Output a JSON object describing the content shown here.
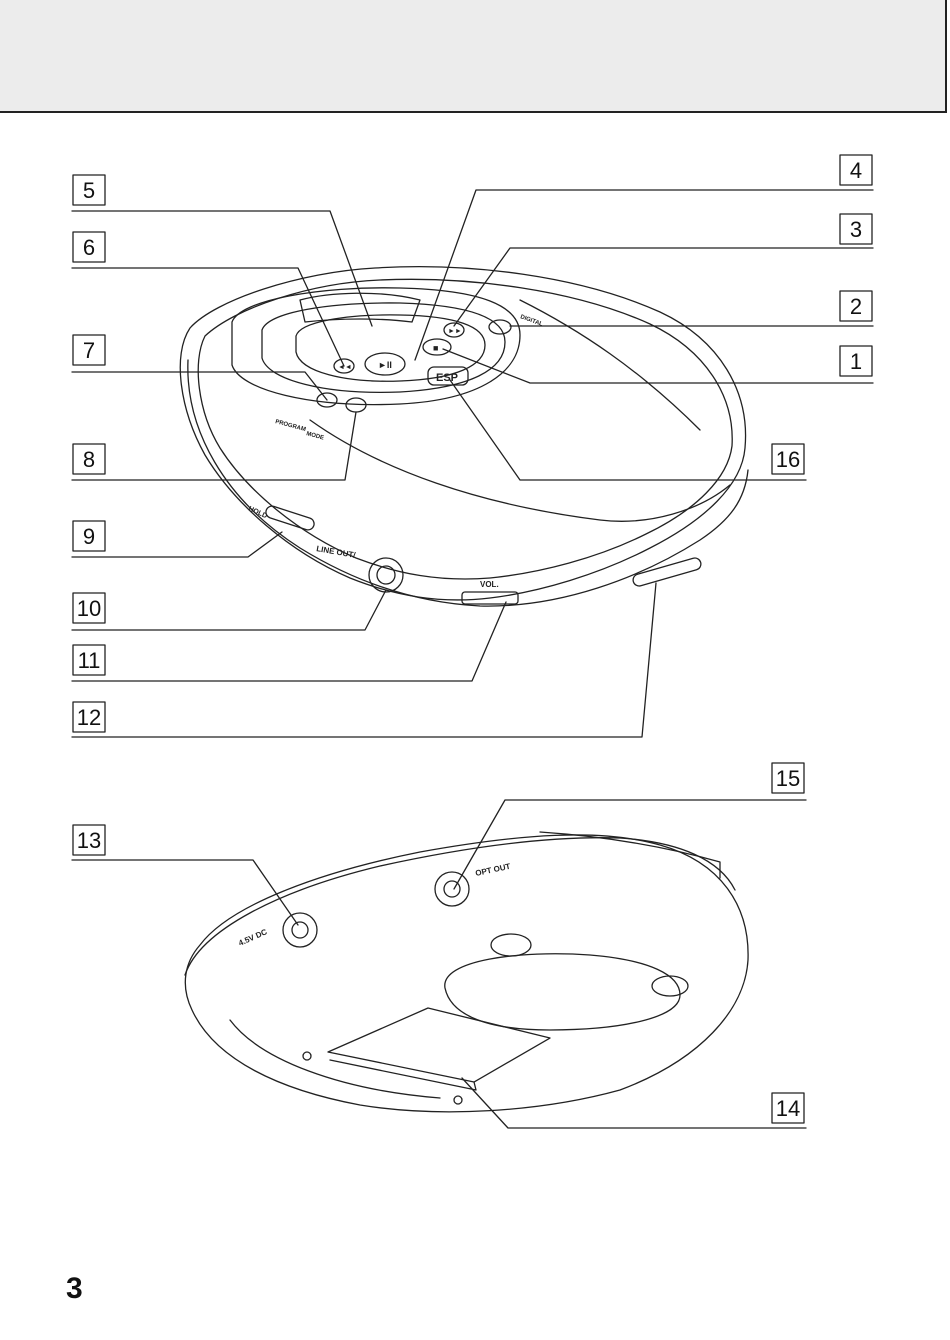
{
  "page": {
    "number": "3"
  },
  "callouts": [
    "1",
    "2",
    "3",
    "4",
    "5",
    "6",
    "7",
    "8",
    "9",
    "10",
    "11",
    "12",
    "13",
    "14",
    "15",
    "16"
  ],
  "top_view_labels": {
    "program": "PROGRAM",
    "mode": "MODE",
    "digital": "DIGITAL",
    "hold": "HOLD",
    "line_out": "LINE OUT/",
    "vol": "VOL.",
    "esp": "ESP",
    "play_pause": "►II",
    "stop": "■",
    "skip_back": "◄◄",
    "skip_fwd": "►►"
  },
  "bottom_view_labels": {
    "dc_in": "4.5V DC",
    "opt_out": "OPT OUT"
  }
}
